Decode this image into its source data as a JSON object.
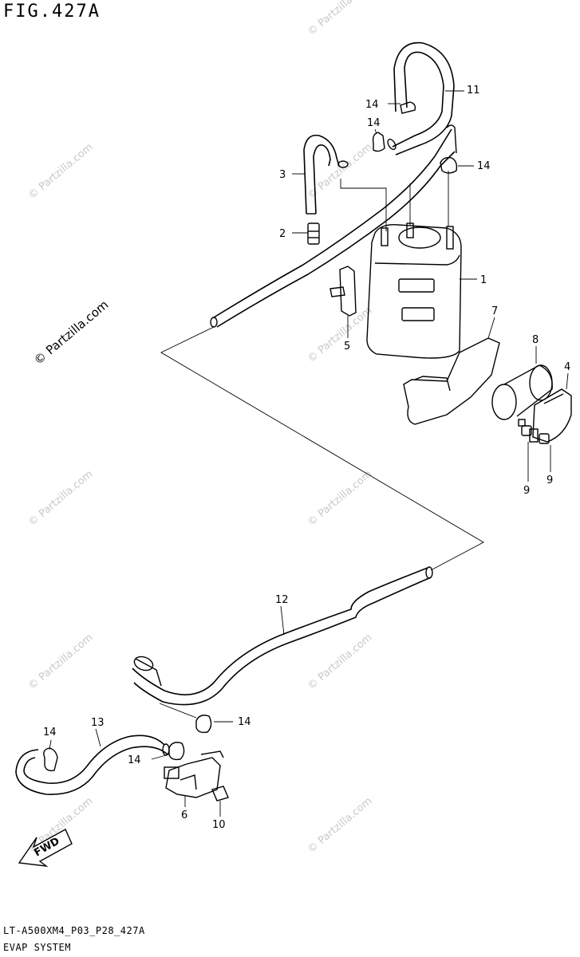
{
  "header": {
    "figure": "FIG.427A"
  },
  "footer": {
    "code": "LT-A500XM4_P03_P28_427A",
    "system": "EVAP SYSTEM"
  },
  "watermark": {
    "text": "© Partzilla.com"
  },
  "direction": {
    "label": "FWD"
  },
  "callouts": {
    "c1": "1",
    "c2": "2",
    "c3": "3",
    "c4": "4",
    "c5": "5",
    "c6": "6",
    "c7": "7",
    "c8": "8",
    "c9a": "9",
    "c9b": "9",
    "c10": "10",
    "c11": "11",
    "c12": "12",
    "c13": "13",
    "c14a": "14",
    "c14b": "14",
    "c14c": "14",
    "c14d": "14",
    "c14e": "14",
    "c14f": "14"
  }
}
